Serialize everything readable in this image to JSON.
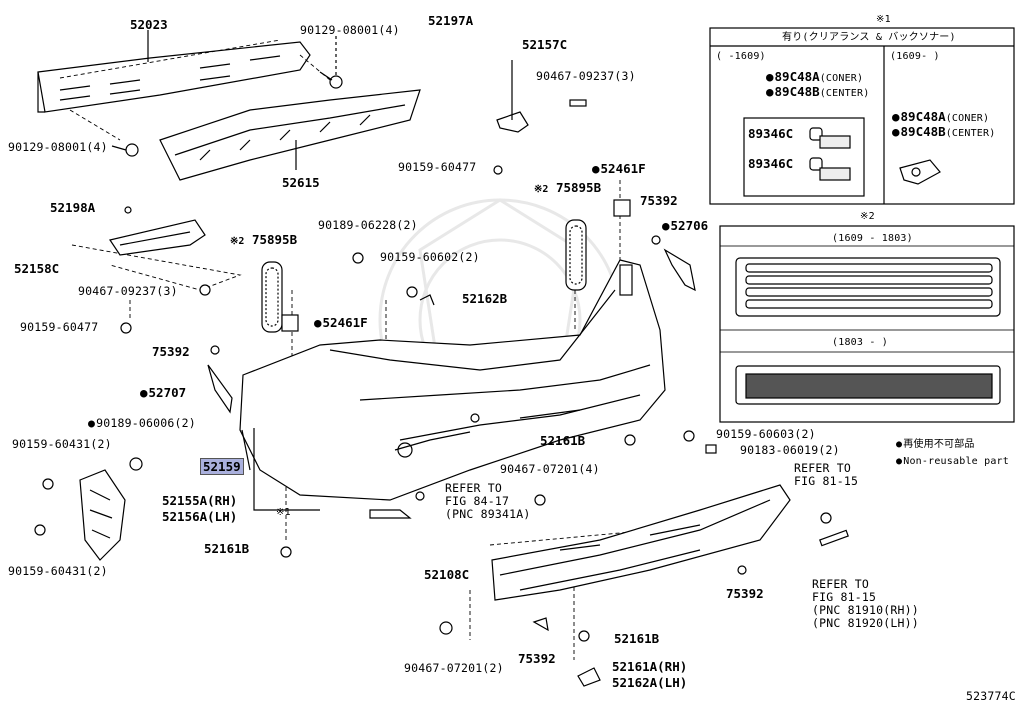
{
  "diagram_id": "523774C",
  "parts": {
    "p52023": "52023",
    "p90129_08001_a": "90129-08001(4)",
    "p90129_08001_b": "90129-08001(4)",
    "p52615": "52615",
    "p52197A": "52197A",
    "p52157C": "52157C",
    "p90467_09237_a": "90467-09237(3)",
    "p90159_60477_a": "90159-60477",
    "p52198A": "52198A",
    "p52158C": "52158C",
    "p90467_09237_b": "90467-09237(3)",
    "p90159_60477_b": "90159-60477",
    "p75895B_left": "75895B",
    "p52461F_left": "52461F",
    "p75392_a": "75392",
    "p52707": "52707",
    "p90189_06006": "90189-06006(2)",
    "p90159_60431_a": "90159-60431(2)",
    "p52159": "52159",
    "p52155A": "52155A(RH)",
    "p52156A": "52156A(LH)",
    "p90159_60431_b": "90159-60431(2)",
    "p52161B_a": "52161B",
    "p90189_06228": "90189-06228(2)",
    "p90159_60602": "90159-60602(2)",
    "p52162B": "52162B",
    "p75895B_right": "75895B",
    "p52461F_right": "52461F",
    "p75392_b": "75392",
    "p52706": "52706",
    "p52161B_b": "52161B",
    "p90159_60603": "90159-60603(2)",
    "p90183_06019": "90183-06019(2)",
    "p90467_07201_a": "90467-07201(4)",
    "p52108C": "52108C",
    "p75392_c": "75392",
    "p75392_d": "75392",
    "p52161B_c": "52161B",
    "p90467_07201_b": "90467-07201(2)",
    "p52161A": "52161A(RH)",
    "p52162A": "52162A(LH)"
  },
  "marks": {
    "note1": "※1",
    "note2": "※2",
    "note2b": "※2"
  },
  "refs": {
    "r1_line1": "REFER TO",
    "r1_line2": "FIG 84-17",
    "r1_line3": "(PNC 89341A)",
    "r2_line1": "REFER TO",
    "r2_line2": "FIG 81-15",
    "r3_line1": "REFER TO",
    "r3_line2": "FIG 81-15",
    "r3_line3": "(PNC 81910(RH))",
    "r3_line4": "(PNC 81920(LH))"
  },
  "inset1": {
    "mark": "※1",
    "header": "有り(クリアランス & バックソナー)",
    "left_range": "(    -1609)",
    "right_range": "(1609-    )",
    "left_a": "89C48A",
    "left_a_note": "(CONER)",
    "left_b": "89C48B",
    "left_b_note": "(CENTER)",
    "sub_a": "89346C",
    "sub_b": "89346C",
    "right_a": "89C48A",
    "right_a_note": "(CONER)",
    "right_b": "89C48B",
    "right_b_note": "(CENTER)"
  },
  "inset2": {
    "mark": "※2",
    "range_a": "(1609 - 1803)",
    "range_b": "(1803 -      )"
  },
  "legend": {
    "jp": "再使用不可部品",
    "en": "Non-reusable part"
  },
  "colors": {
    "highlight": "#aab0dd",
    "ink": "#000000"
  }
}
